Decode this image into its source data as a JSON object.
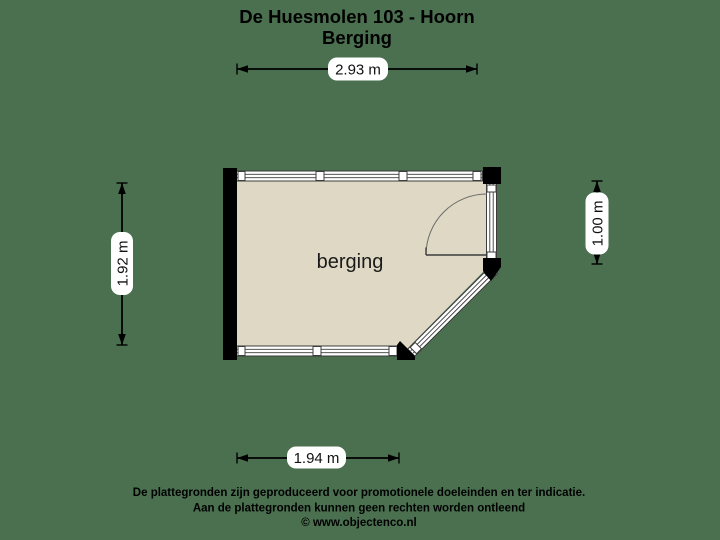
{
  "title": {
    "line1": "De Huesmolen 103 - Hoorn",
    "line2": "Berging"
  },
  "room": {
    "label": "berging"
  },
  "dimensions": {
    "top": "2.93 m",
    "bottom": "1.94 m",
    "left": "1.92 m",
    "right": "1.00 m"
  },
  "footer": {
    "line1": "De plattegronden zijn geproduceerd voor promotionele doeleinden en ter indicatie.",
    "line2": "Aan de plattegronden kunnen geen rechten worden ontleend",
    "line3": "© www.objectenco.nl"
  },
  "colors": {
    "background": "#4a7050",
    "floor_fill": "#ded8c4",
    "wall": "#000000",
    "window_frame": "#3c3c3c",
    "label_pill": "#ffffff",
    "text": "#000000"
  }
}
